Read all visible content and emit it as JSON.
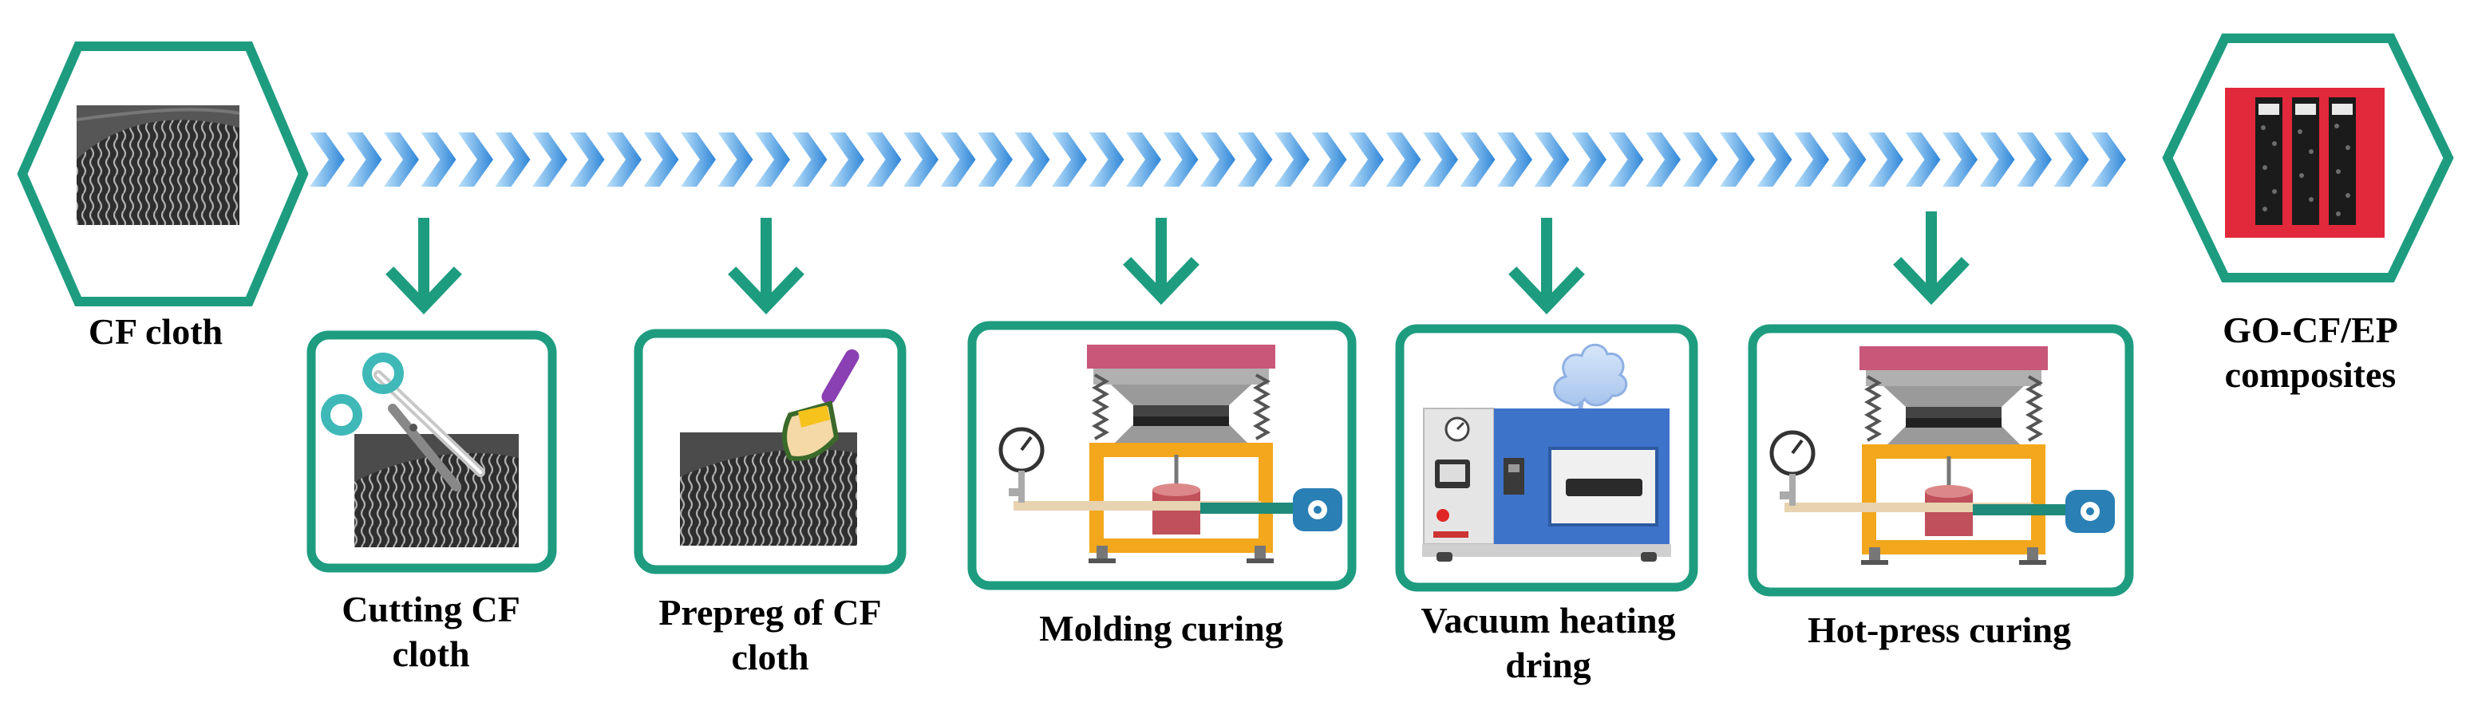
{
  "start": {
    "label": "CF cloth"
  },
  "end": {
    "label_line1": "GO-CF/EP",
    "label_line2": "composites"
  },
  "steps": [
    {
      "label_line1": "Cutting CF",
      "label_line2": "cloth"
    },
    {
      "label_line1": "Prepreg of CF",
      "label_line2": "cloth"
    },
    {
      "label_line1": "Molding curing"
    },
    {
      "label_line1": "Vacuum heating",
      "label_line2": "dring"
    },
    {
      "label_line1": "Hot-press curing"
    }
  ],
  "colors": {
    "frame": "#1e9c80",
    "chevron_light": "#a8d8f8",
    "chevron_dark": "#2f86d8",
    "press_top": "#c8577a",
    "press_frame": "#f2a71c",
    "oven_body": "#3d74c9",
    "sample_red": "#e2293b"
  }
}
